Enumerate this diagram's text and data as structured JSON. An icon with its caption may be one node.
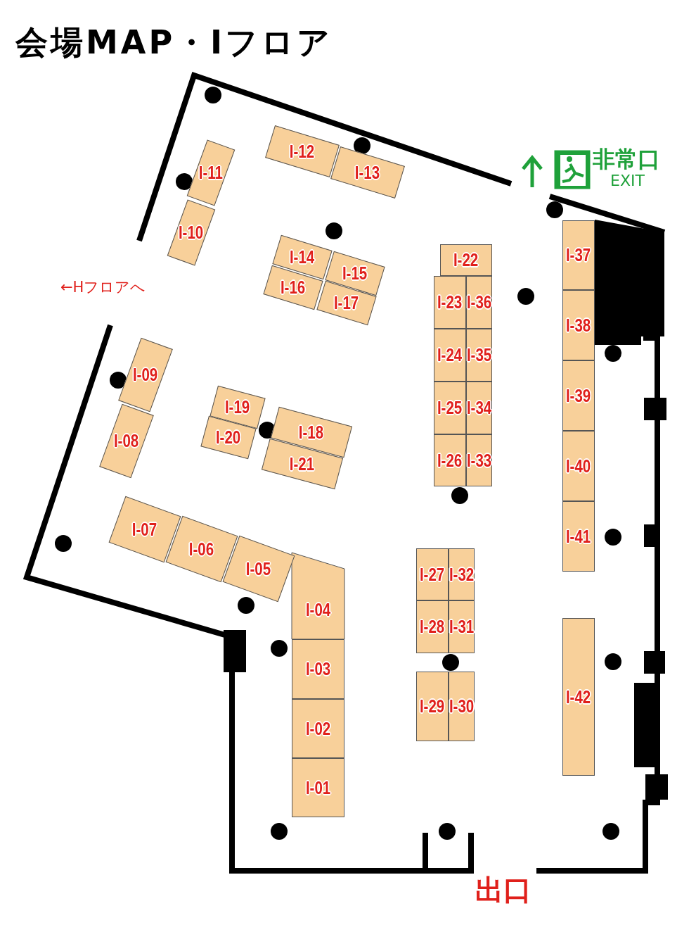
{
  "diagram": {
    "title": "会場MAP・Iフロア",
    "nodes": [
      {
        "text": [
          "I-01"
        ]
      },
      {
        "text": [
          "I-02"
        ]
      },
      {
        "text": [
          "I-03"
        ]
      },
      {
        "text": [
          "I-04"
        ]
      },
      {
        "text": [
          "I-05"
        ]
      },
      {
        "text": [
          "I-06"
        ]
      },
      {
        "text": [
          "I-07"
        ]
      },
      {
        "text": [
          "I-08"
        ]
      },
      {
        "text": [
          "I-09"
        ]
      },
      {
        "text": [
          "I-10"
        ]
      },
      {
        "text": [
          "I-11"
        ]
      },
      {
        "text": [
          "I-12"
        ]
      },
      {
        "text": [
          "I-13"
        ]
      },
      {
        "text": [
          "I-14"
        ]
      },
      {
        "text": [
          "I-15"
        ]
      },
      {
        "text": [
          "I-16"
        ]
      },
      {
        "text": [
          "I-17"
        ]
      },
      {
        "text": [
          "I-18"
        ]
      },
      {
        "text": [
          "I-19"
        ]
      },
      {
        "text": [
          "I-20"
        ]
      },
      {
        "text": [
          "I-21"
        ]
      },
      {
        "text": [
          "I-22"
        ]
      },
      {
        "text": [
          "I-23"
        ]
      },
      {
        "text": [
          "I-24"
        ]
      },
      {
        "text": [
          "I-25"
        ]
      },
      {
        "text": [
          "I-26"
        ]
      },
      {
        "text": [
          "I-27"
        ]
      },
      {
        "text": [
          "I-28"
        ]
      },
      {
        "text": [
          "I-29"
        ]
      },
      {
        "text": [
          "I-30"
        ]
      },
      {
        "text": [
          "I-31"
        ]
      },
      {
        "text": [
          "I-32"
        ]
      },
      {
        "text": [
          "I-33"
        ]
      },
      {
        "text": [
          "I-34"
        ]
      },
      {
        "text": [
          "I-35"
        ]
      },
      {
        "text": [
          "I-36"
        ]
      },
      {
        "text": [
          "I-37"
        ]
      },
      {
        "text": [
          "I-38"
        ]
      },
      {
        "text": [
          "I-39"
        ]
      },
      {
        "text": [
          "I-40"
        ]
      },
      {
        "text": [
          "I-41"
        ]
      },
      {
        "text": [
          "I-42"
        ]
      }
    ],
    "labels": [
      "←Hフロアへ",
      "非常口",
      "EXIT",
      "出口"
    ]
  }
}
